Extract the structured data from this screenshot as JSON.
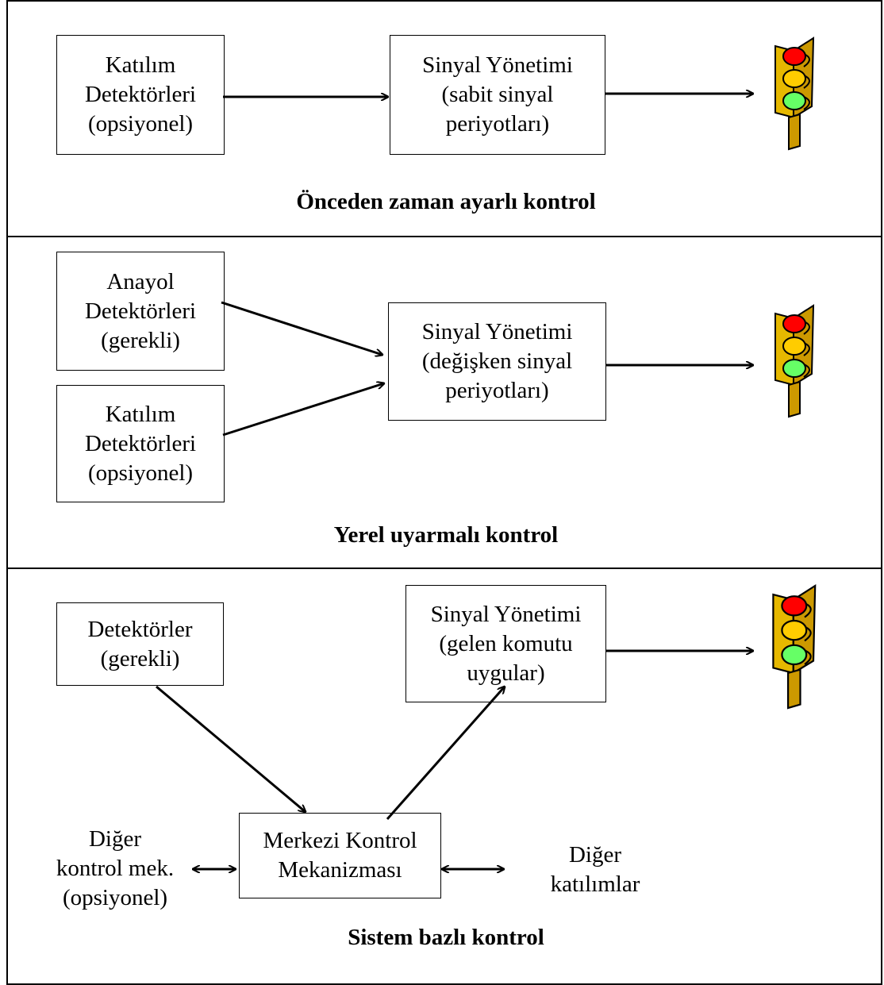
{
  "panels": [
    {
      "caption": "Önceden zaman ayarlı kontrol",
      "detector": [
        "Katılım",
        "Detektörleri",
        "(opsiyonel)"
      ],
      "signal": [
        "Sinyal Yönetimi",
        "(sabit sinyal",
        "periyotları)"
      ]
    },
    {
      "caption": "Yerel uyarmalı kontrol",
      "detector_main": [
        "Anayol",
        "Detektörleri",
        "(gerekli)"
      ],
      "detector_join": [
        "Katılım",
        "Detektörleri",
        "(opsiyonel)"
      ],
      "signal": [
        "Sinyal Yönetimi",
        "(değişken sinyal",
        "periyotları)"
      ]
    },
    {
      "caption": "Sistem bazlı kontrol",
      "detector": [
        "Detektörler",
        "(gerekli)"
      ],
      "signal": [
        "Sinyal Yönetimi",
        "(gelen komutu",
        "uygular)"
      ],
      "central": [
        "Merkezi Kontrol",
        "Mekanizması"
      ],
      "other_control": [
        "Diğer",
        "kontrol mek.",
        "(opsiyonel)"
      ],
      "other_joins": [
        "Diğer",
        "katılımlar"
      ]
    }
  ],
  "colors": {
    "red": "#ff0000",
    "yellow": "#ffcc00",
    "green": "#66ff66",
    "housing": "#cc9900"
  },
  "icons": [
    "traffic-light-icon"
  ]
}
